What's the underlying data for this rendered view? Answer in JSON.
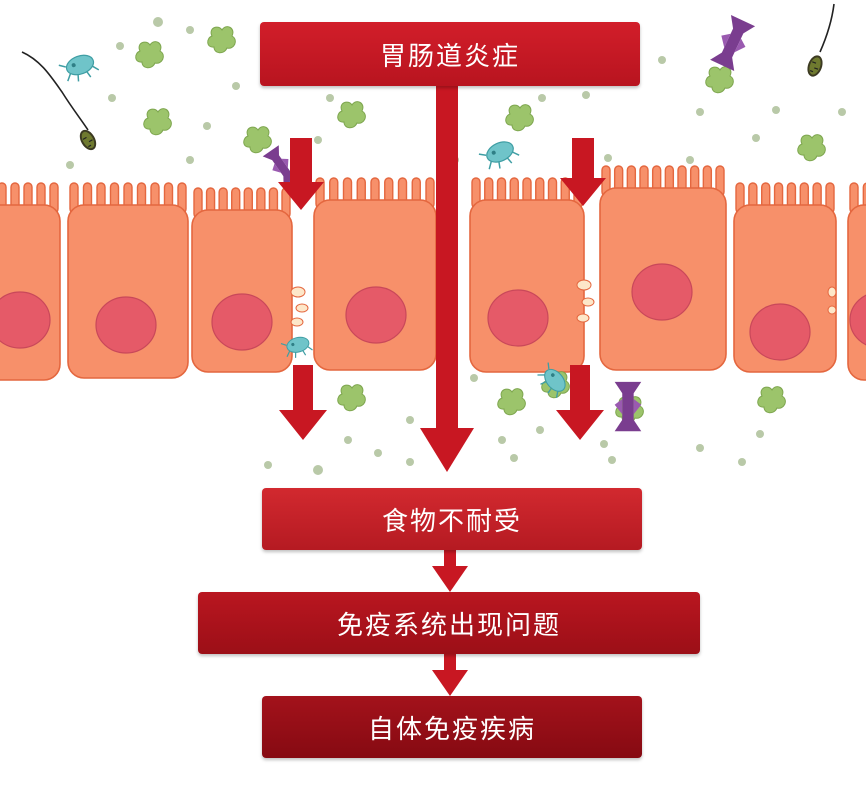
{
  "flow": {
    "top_box": "胃肠道炎症",
    "step1": "食物不耐受",
    "step2": "免疫系统出现问题",
    "step3": "自体免疫疾病"
  },
  "colors": {
    "cell_fill": "#f7906a",
    "cell_border": "#e4673f",
    "nucleus": "#e55a68",
    "arrow_red": "#c81722",
    "box_red": "#c81e28",
    "box_dark_red": "#9c0f17",
    "food_particle": "#9cc46b",
    "bacteria_teal": "#6fc4c9",
    "parasite_purple": "#7a3d8f"
  },
  "icons": [
    "intestinal-cell",
    "food-particle",
    "bacteria-icon",
    "parasite-icon",
    "flagellate-icon"
  ]
}
